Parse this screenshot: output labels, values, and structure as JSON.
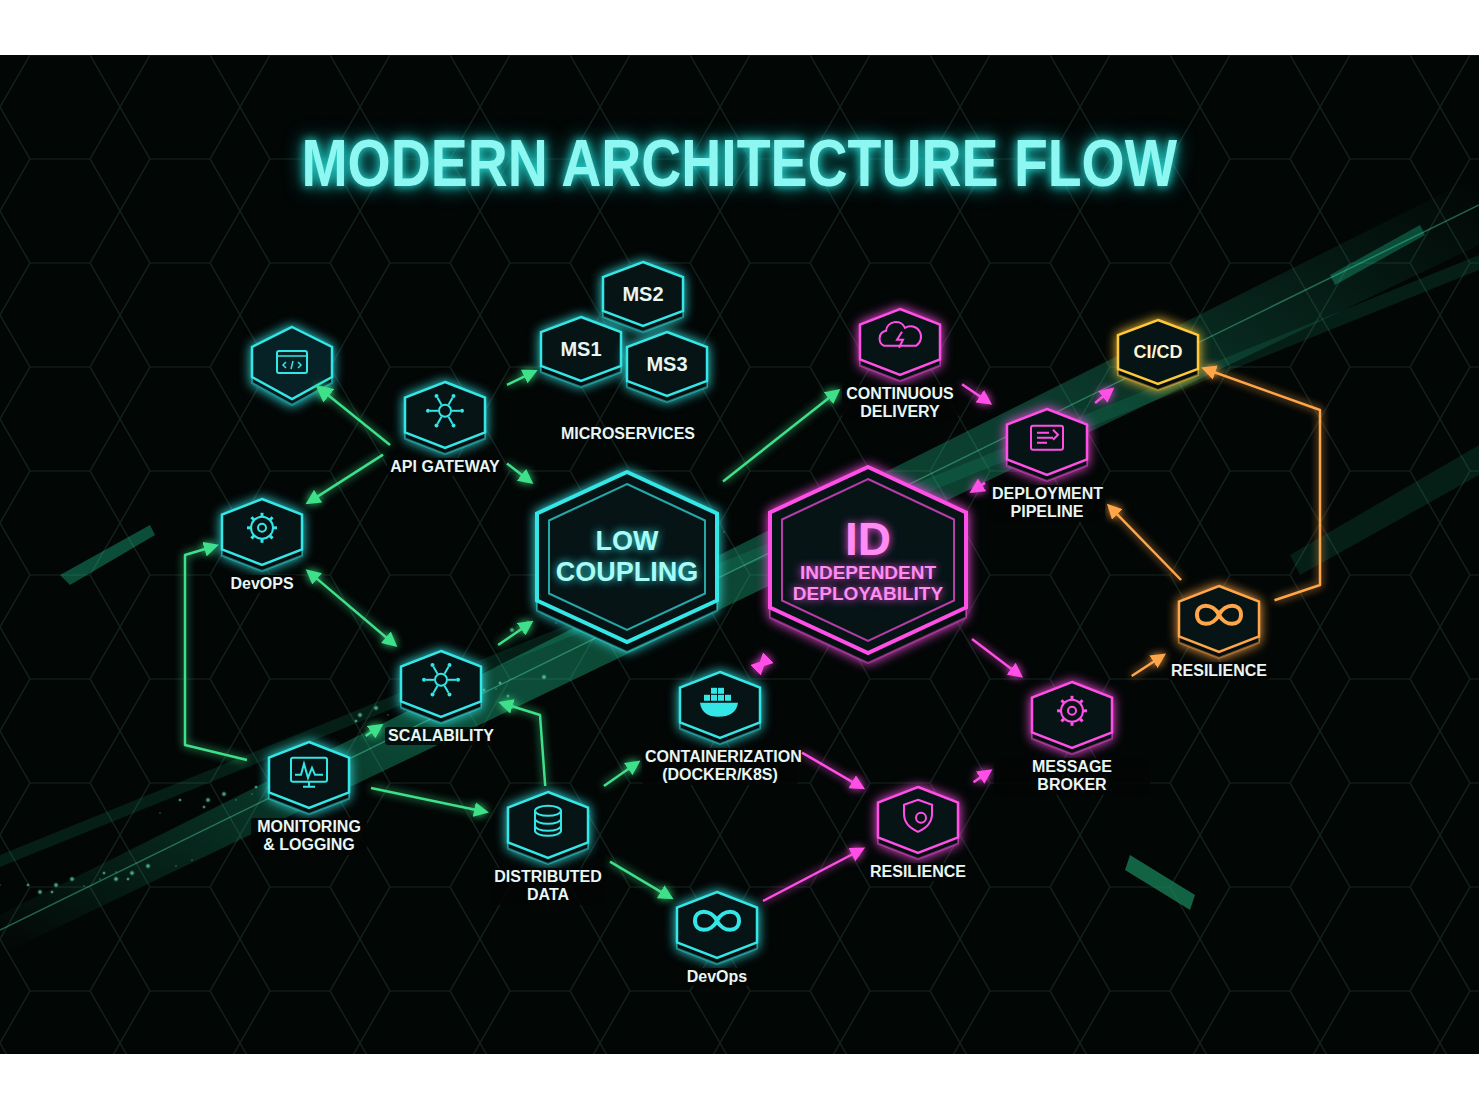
{
  "diagram": {
    "title": "MODERN ARCHITECTURE FLOW",
    "nodes": [
      {
        "text": [
          "MS2"
        ]
      },
      {
        "text": [
          "MS1"
        ]
      },
      {
        "text": [
          "MS3"
        ]
      },
      {
        "text": [
          "API GATEWAY"
        ]
      },
      {
        "text": [
          "CONTINUOUS DELIVERY"
        ]
      },
      {
        "text": [
          "CI/CD"
        ]
      },
      {
        "text": [
          "DEPLOYMENT PIPELINE"
        ]
      },
      {
        "text": [
          "DevOPS"
        ]
      },
      {
        "text": [
          "LOW COUPLING"
        ]
      },
      {
        "text": [
          "ID",
          "INDEPENDENT DEPLOYABILITY"
        ]
      },
      {
        "text": [
          "RESILIENCE"
        ]
      },
      {
        "text": [
          "SCALABILITY"
        ]
      },
      {
        "text": [
          "CONTAINERIZATION (DOCKER/K8S)"
        ]
      },
      {
        "text": [
          "MESSAGE BROKER"
        ]
      },
      {
        "text": [
          "MONITORING & LOGGING"
        ]
      },
      {
        "text": [
          "DISTRIBUTED DATA"
        ]
      },
      {
        "text": [
          "RESILIENCE"
        ]
      },
      {
        "text": [
          "DevOps"
        ]
      }
    ],
    "edges": [
      {
        "from": 3,
        "to": 1,
        "arrow": "to"
      },
      {
        "from": 3,
        "to": 8,
        "arrow": "to"
      },
      {
        "from": 3,
        "to": 7,
        "arrow": "to"
      },
      {
        "from": 14,
        "to": 7,
        "arrow": "to"
      },
      {
        "from": 7,
        "to": 11,
        "arrow": "both"
      },
      {
        "from": 11,
        "to": 8,
        "arrow": "to"
      },
      {
        "from": 14,
        "to": 11,
        "arrow": "to"
      },
      {
        "from": 15,
        "to": 11,
        "arrow": "to"
      },
      {
        "from": 14,
        "to": 15,
        "arrow": "to"
      },
      {
        "from": 15,
        "to": 12,
        "arrow": "to"
      },
      {
        "from": 15,
        "to": 17,
        "arrow": "to"
      },
      {
        "from": 8,
        "to": 4,
        "arrow": "to"
      },
      {
        "from": 4,
        "to": 6,
        "arrow": "to"
      },
      {
        "from": 6,
        "to": 5,
        "arrow": "to"
      },
      {
        "from": 6,
        "to": 9,
        "arrow": "to"
      },
      {
        "from": 10,
        "to": 6,
        "arrow": "to"
      },
      {
        "from": 10,
        "to": 5,
        "arrow": "to"
      },
      {
        "from": 9,
        "to": 12,
        "arrow": "both"
      },
      {
        "from": 9,
        "to": 13,
        "arrow": "to"
      },
      {
        "from": 12,
        "to": 16,
        "arrow": "to"
      },
      {
        "from": 17,
        "to": 16,
        "arrow": "to"
      },
      {
        "from": 16,
        "to": 13,
        "arrow": "to"
      },
      {
        "from": 13,
        "to": 10,
        "arrow": "to"
      }
    ],
    "labels": [
      "MICROSERVICES"
    ]
  }
}
